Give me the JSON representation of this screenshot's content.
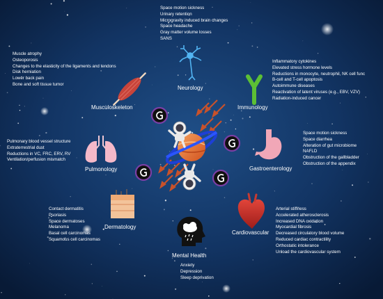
{
  "colors": {
    "background": "#0d2445",
    "text": "#ffffff",
    "arrow": "#c8522b",
    "gravity_ring": "#7b3fa5"
  },
  "systems": {
    "neurology": {
      "label": "Neurology",
      "icon": "neuron-icon",
      "items": [
        "Space motion sickness",
        "Urinary retention",
        "Microgravity induced brain changes",
        "Space headache",
        "Gray matter volume losses",
        "SANS"
      ]
    },
    "musculoskeleton": {
      "label": "Musculoskeleton",
      "icon": "muscle-icon",
      "items": [
        "Muscle atrophy",
        "Osteoporosis",
        "Changes to the elasticity of the ligaments and tendons",
        "Disk herniation",
        "Lower back pain",
        "Bone and soft tissue tumor"
      ]
    },
    "immunology": {
      "label": "Immunology",
      "icon": "antibody-icon",
      "items": [
        "Inflammatory cytokines",
        "Elevated stress hormone levels",
        "Reductions in monocyte, neutrophil, NK cell func",
        "B-cell and T-cell apoptosis",
        "Autoimmune diseases",
        "Reactivation of latent viruses (e.g., EBV, VZV)",
        "Radiation-induced cancer"
      ]
    },
    "pulmonology": {
      "label": "Pulmonology",
      "icon": "lungs-icon",
      "items": [
        "Pulmonary blood vessel structure",
        "Extraterrestrial dust",
        "Reductions in VC, FRC, ERV, RV",
        "Ventilation/perfusion mismatch"
      ]
    },
    "gastroenterology": {
      "label": "Gastroenterology",
      "icon": "stomach-icon",
      "items": [
        "Space motion sickness",
        "Space diarrhea",
        "Alteration of gut microbiome",
        "NAFLD",
        "Obstruction of the gallbladder",
        "Obstruction of the appendix"
      ]
    },
    "dermatology": {
      "label": "Dermatology",
      "icon": "skin-layers-icon",
      "items": [
        "Contact dermatitis",
        "Psoriasis",
        "Space dermatoses",
        "Melanoma",
        "Basal cell carcinomas",
        "Squamous cell carcinomas"
      ]
    },
    "cardiovascular": {
      "label": "Cardiovascular",
      "icon": "heart-icon",
      "items": [
        "Arterial stiffness",
        "Accelerated atherosclerosis",
        "Increased DNA oxidation",
        "Myocardial fibrosis",
        "Decreased circulatory blood volume",
        "Reduced cardiac contractility",
        "Orthostatic intolerance",
        "Unload the cardiovascular system"
      ]
    },
    "mental_health": {
      "label": "Mental Health",
      "icon": "head-storm-icon",
      "items": [
        "Anxiety",
        "Depression",
        "Sleep deprivation"
      ]
    }
  },
  "center": {
    "icons": [
      "astronaut-icon",
      "planet-icon",
      "gravity-icon",
      "radiation-arrows-icon"
    ]
  }
}
